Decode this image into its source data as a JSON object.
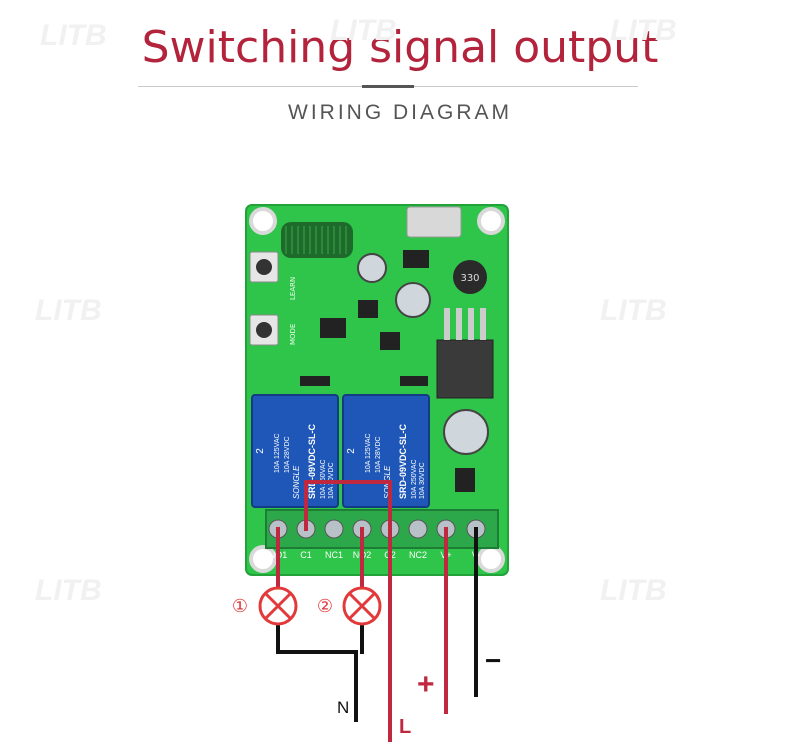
{
  "header": {
    "title": "Switching signal output",
    "subtitle": "WIRING DIAGRAM"
  },
  "watermark": "LITB",
  "board": {
    "button_labels": [
      "LEARN",
      "MODE"
    ],
    "inductor_label": "330",
    "relays": [
      {
        "channel": "2",
        "brand": "SONGLE",
        "model": "SRD-09VDC-SL-C",
        "ratings": [
          "10A 250VAC",
          "10A 30VDC",
          "10A 125VAC",
          "10A 28VDC"
        ]
      },
      {
        "channel": "2",
        "brand": "SONGLE",
        "model": "SRD-09VDC-SL-C",
        "ratings": [
          "10A 250VAC",
          "10A 30VDC",
          "10A 125VAC",
          "10A 28VDC"
        ]
      }
    ],
    "terminal_labels": [
      "NO1",
      "C1",
      "NC1",
      "NO2",
      "C2",
      "NC2",
      "V+",
      "V-"
    ]
  },
  "loads": [
    {
      "marker": "①"
    },
    {
      "marker": "②"
    }
  ],
  "wire_labels": {
    "neutral": "N",
    "live": "L",
    "positive": "+",
    "negative": "−"
  },
  "colors": {
    "title": "#b3243c",
    "pcb": "#2fc44a",
    "relay": "#1f57b8",
    "live_wire": "#c0283f",
    "neutral_wire": "#111111",
    "lamp": "#e23a3a"
  }
}
